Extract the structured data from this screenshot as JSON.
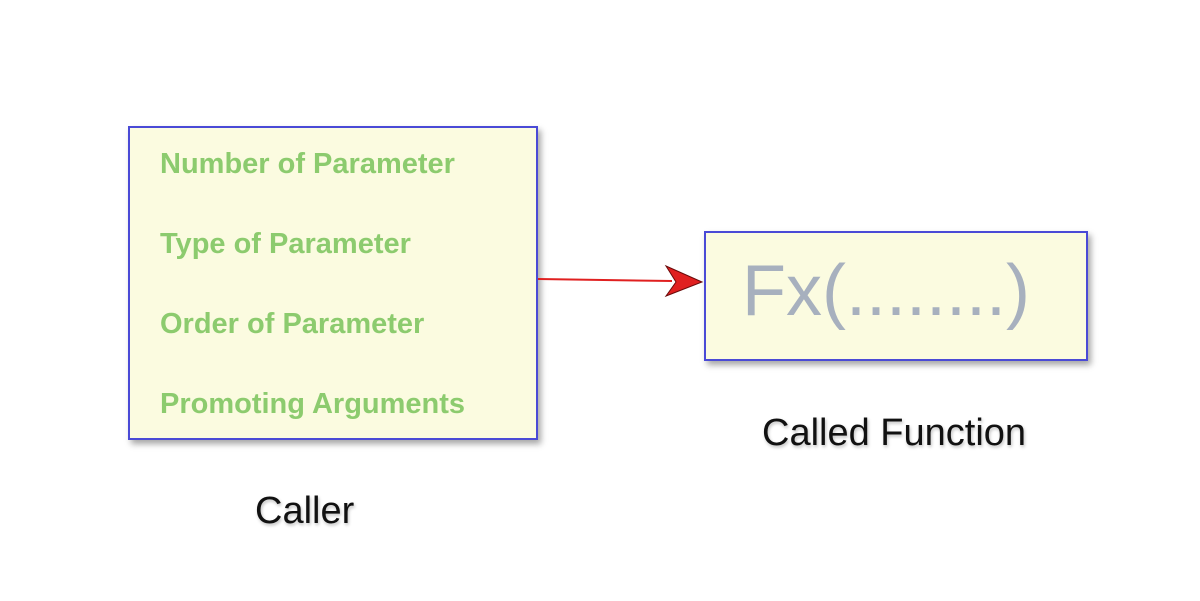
{
  "caller": {
    "items": [
      "Number of Parameter",
      "Type of Parameter",
      "Order of Parameter",
      "Promoting Arguments"
    ],
    "label": "Caller"
  },
  "callee": {
    "text": "Fx(........)",
    "label": "Called Function"
  },
  "colors": {
    "box_border": "#4a4ad6",
    "box_fill": "#fbfbe0",
    "item_text": "#8ccb6e",
    "callee_text": "#a7b0be",
    "arrow": "#e02020"
  }
}
